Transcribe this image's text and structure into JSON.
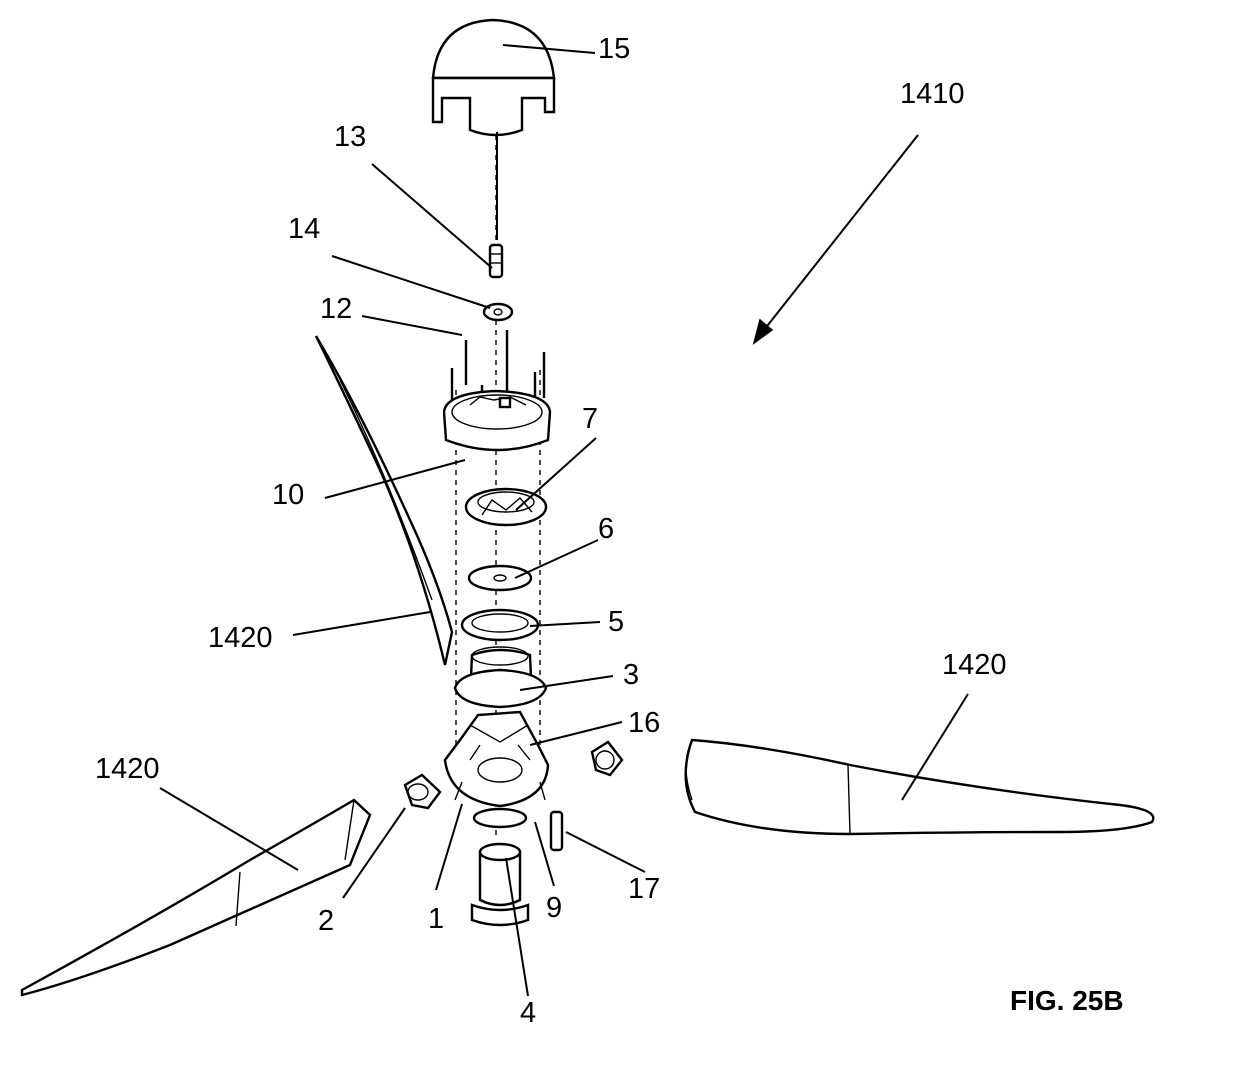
{
  "figure_title": "FIG. 25B",
  "assembly_label": "1410",
  "blade_label": "1420",
  "parts": {
    "p1": "1",
    "p2": "2",
    "p3": "3",
    "p4": "4",
    "p5": "5",
    "p6": "6",
    "p7": "7",
    "p9": "9",
    "p10": "10",
    "p12": "12",
    "p13": "13",
    "p14": "14",
    "p15": "15",
    "p16": "16",
    "p17": "17"
  }
}
